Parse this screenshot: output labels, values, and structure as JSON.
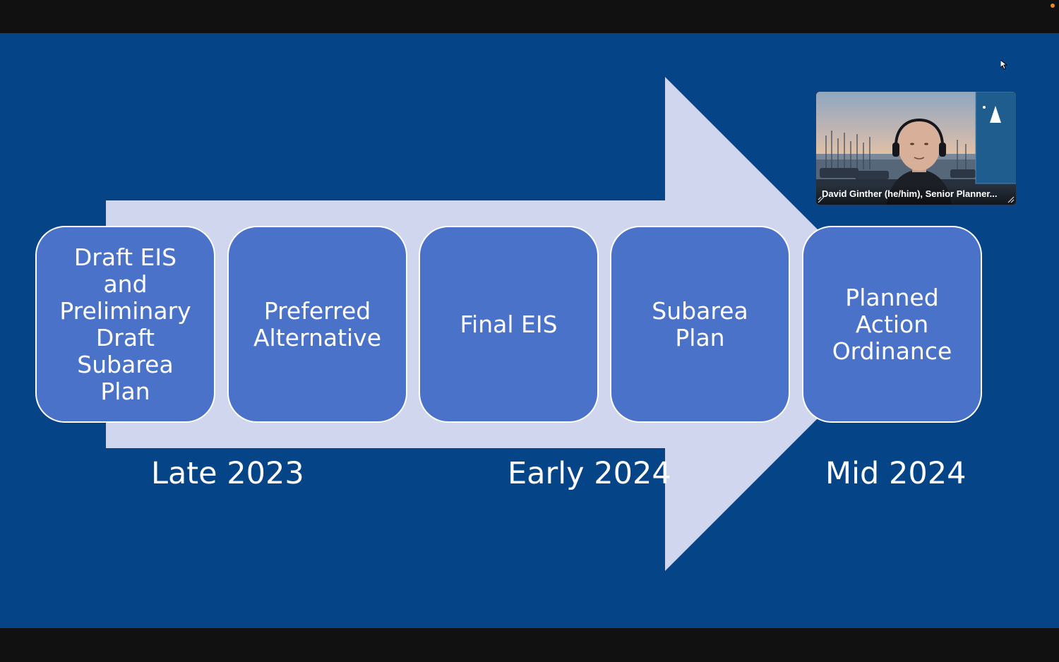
{
  "slide": {
    "background_color": "#054487",
    "arrow_color": "#d0d6ee",
    "box_color": "#4a72c8",
    "steps": [
      {
        "label": "Draft EIS\nand\nPreliminary\nDraft\nSubarea\nPlan"
      },
      {
        "label": "Preferred\nAlternative"
      },
      {
        "label": "Final EIS"
      },
      {
        "label": "Subarea\nPlan"
      },
      {
        "label": "Planned\nAction\nOrdinance"
      }
    ],
    "timeline": {
      "late": "Late 2023",
      "early": "Early 2024",
      "mid": "Mid 2024"
    }
  },
  "video_tile": {
    "participant_name": "David Ginther (he/him), Senior Planner..."
  }
}
